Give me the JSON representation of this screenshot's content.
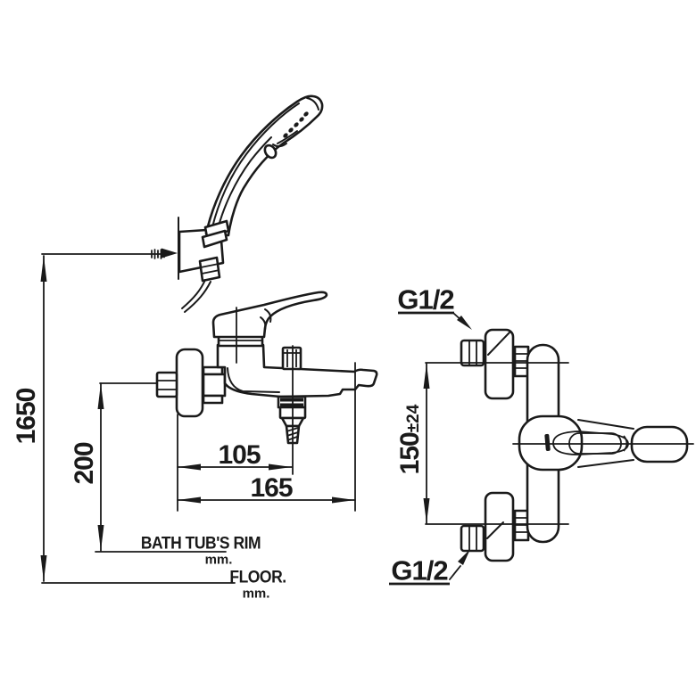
{
  "colors": {
    "line": "#1a1a1a",
    "background": "#ffffff"
  },
  "dimensions": {
    "floor_to_shower_holder": "1650",
    "bath_rim_to_faucet_center": "200",
    "faucet_center_to_shower_outlet": "105",
    "wall_to_spout_tip": "165",
    "supply_inlet_centers": "150",
    "supply_inlet_tolerance": "±24"
  },
  "labels": {
    "top_inlet_thread": "G1/2",
    "bottom_inlet_thread": "G1/2",
    "bath_rim_reference": "BATH TUB'S RIM",
    "bath_rim_unit": "mm.",
    "floor_reference": "FLOOR.",
    "floor_unit": "mm."
  }
}
